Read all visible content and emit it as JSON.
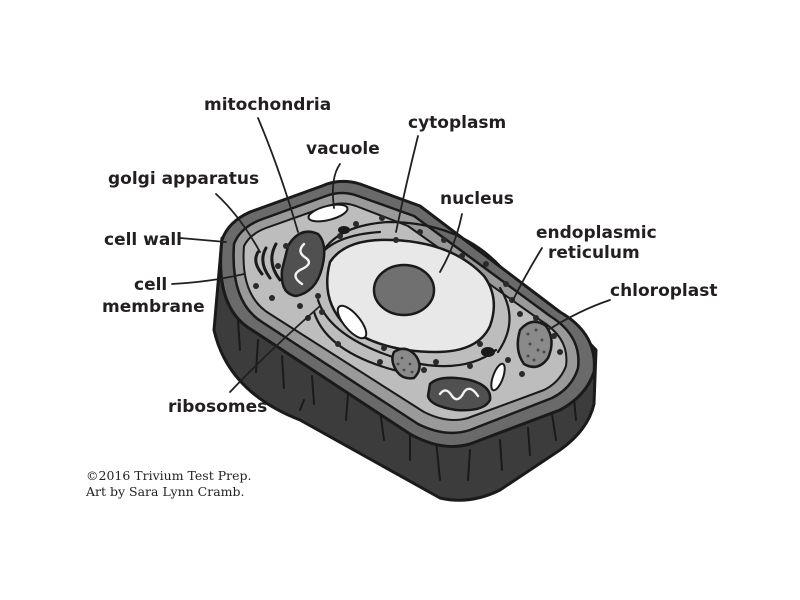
{
  "labels": {
    "mitochondria": "mitochondria",
    "vacuole": "vacuole",
    "cytoplasm": "cytoplasm",
    "golgi_apparatus": "golgi apparatus",
    "nucleus": "nucleus",
    "cell_wall": "cell wall",
    "endoplasmic_line1": "endoplasmic",
    "endoplasmic_line2": "reticulum",
    "cell_membrane_line1": "cell",
    "cell_membrane_line2": "membrane",
    "chloroplast": "chloroplast",
    "ribosomes": "ribosomes"
  },
  "credits": {
    "line1": "©2016 Trivium Test Prep.",
    "line2": "Art by Sara Lynn Cramb."
  },
  "colors": {
    "ink": "#1a1a1a",
    "wall_side": "#3c3c3c",
    "wall_top": "#6a6a6a",
    "membrane": "#9a9a9a",
    "cytoplasm": "#b9b9b9",
    "nucleus": "#e8e8e8",
    "nucleolus": "#707070"
  }
}
